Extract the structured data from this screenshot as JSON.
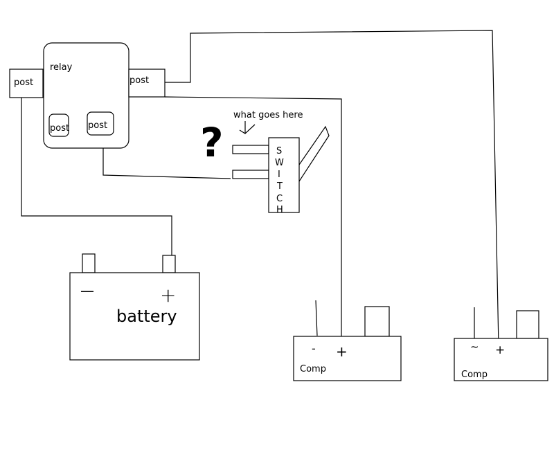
{
  "labels": {
    "relay": "relay",
    "post_left": "post",
    "post_right": "post",
    "post_inner_left": "post",
    "post_inner_right": "post",
    "question_mark": "?",
    "question_text": "what goes here",
    "switch_letters": [
      "S",
      "W",
      "I",
      "T",
      "C",
      "H"
    ],
    "battery": "battery",
    "battery_minus": "—",
    "battery_plus": "+",
    "comp_1": "Comp",
    "comp_1_minus": "-",
    "comp_1_plus": "+",
    "comp_2": "Comp",
    "comp_2_minus": "~",
    "comp_2_plus": "+"
  }
}
